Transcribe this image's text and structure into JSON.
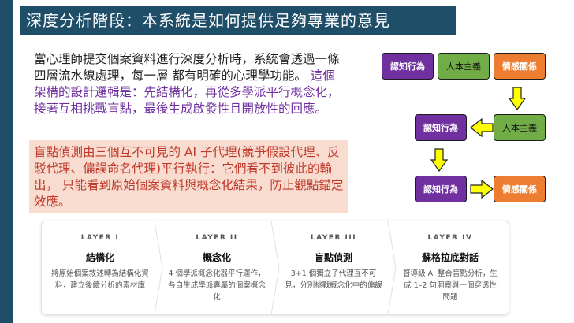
{
  "title": "深度分析階段：本系統是如何提供足夠專業的意見",
  "intro": {
    "plain": "當心理師提交個案資料進行深度分析時，系統會透過一條四層流水線處理，每一層 都有明確的心理學功能。",
    "highlight": " 這個架構的設計邏輯是：先結構化，再從多學派平行概念化，接著互相挑戰盲點，最後生成啟發性且開放性的回應。"
  },
  "callout": "盲點偵測由三個互不可見的 AI 子代理(競爭假設代理、反駁代理、偏誤命名代理)平行執行：它們看不到彼此的輸出， 只能看到原始個案資料與概念化結果，防止觀點錨定效應。",
  "flow": {
    "row1": [
      "認知行為",
      "人本主義",
      "情感關係"
    ],
    "row2": [
      "認知行為",
      "人本主義"
    ],
    "row3": [
      "認知行為",
      "情感關係"
    ]
  },
  "colors": {
    "banner": "#1f4e69",
    "purple_box": "#7030a0",
    "green_box": "#70ad47",
    "orange_box": "#ed7d31",
    "arrow_yellow": "#ffff00",
    "callout_bg": "#f8dcd0",
    "callout_text": "#c0392b",
    "highlight_text": "#7030a0"
  },
  "layers": [
    {
      "tag": "LAYER I",
      "name": "結構化",
      "desc": "將原始個案敘述轉為結構化資料，建立後續分析的素材庫"
    },
    {
      "tag": "LAYER II",
      "name": "概念化",
      "desc": "4 個學派概念化器平行運作，各自生成學派專屬的個案概念化"
    },
    {
      "tag": "LAYER III",
      "name": "盲點偵測",
      "desc": "3+1 個獨立子代理互不可見，分別挑戰概念化中的偏誤"
    },
    {
      "tag": "LAYER IV",
      "name": "蘇格拉底對話",
      "desc": "督導級 AI 整合盲點分析，生成 1–2 句洞察與一個穿透性問題"
    }
  ]
}
